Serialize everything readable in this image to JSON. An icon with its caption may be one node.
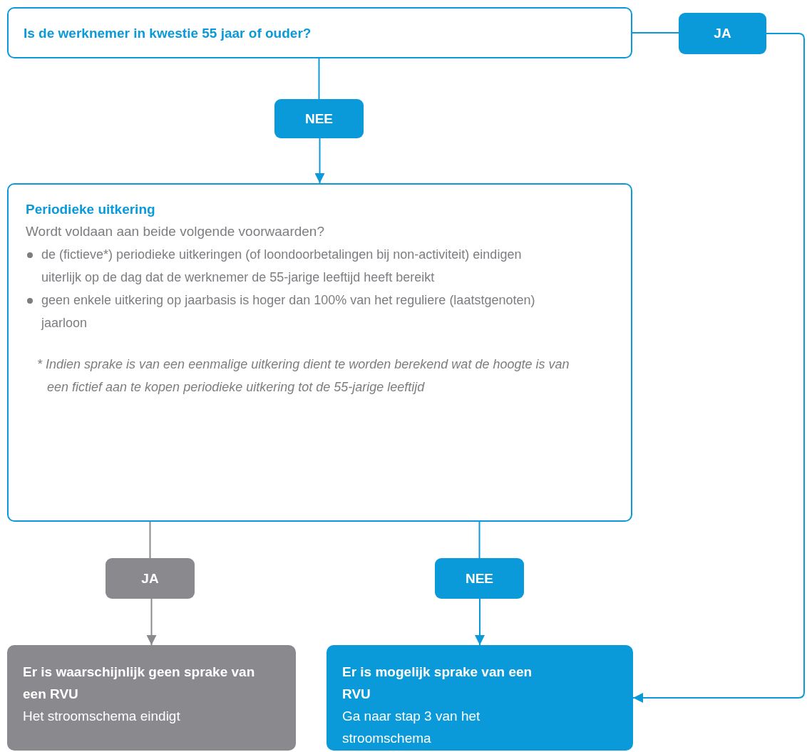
{
  "diagram": {
    "nodes": [
      {
        "text": [
          "Is de werknemer in kwestie 55 jaar of ouder?"
        ]
      },
      {
        "text": [
          "JA"
        ]
      },
      {
        "text": [
          "NEE"
        ]
      },
      {
        "text": [
          "Periodieke uitkering",
          "Wordt voldaan aan beide volgende voorwaarden?",
          "de (fictieve*) periodieke uitkeringen (of loondoorbetalingen bij non-activiteit) eindigen uiterlijk op de dag dat de werknemer de 55-jarige leeftijd heeft bereikt",
          "geen enkele uitkering op jaarbasis is hoger dan 100% van het reguliere (laatstgenoten) jaarloon",
          "* Indien sprake is van een eenmalige uitkering dient te worden berekend wat de hoogte is van een fictief aan te kopen periodieke uitkering tot de 55-jarige leeftijd"
        ]
      },
      {
        "text": [
          "JA"
        ]
      },
      {
        "text": [
          "NEE"
        ]
      },
      {
        "text": [
          "Er is waarschijnlijk geen sprake van een RVU",
          "Het stroomschema eindigt"
        ]
      },
      {
        "text": [
          "Er is mogelijk sprake van een RVU",
          "Ga naar stap 3 van het stroomschema"
        ]
      }
    ],
    "edges": [
      {
        "from": 0,
        "to": 1,
        "arrow": "none"
      },
      {
        "from": 1,
        "to": 7,
        "arrow": "to"
      },
      {
        "from": 0,
        "to": 2,
        "arrow": "none"
      },
      {
        "from": 2,
        "to": 3,
        "arrow": "to"
      },
      {
        "from": 3,
        "to": 4,
        "arrow": "none",
        "color": "#8a898e"
      },
      {
        "from": 4,
        "to": 6,
        "arrow": "to",
        "color": "#8a898e"
      },
      {
        "from": 3,
        "to": 5,
        "arrow": "none"
      },
      {
        "from": 5,
        "to": 7,
        "arrow": "to"
      }
    ]
  }
}
